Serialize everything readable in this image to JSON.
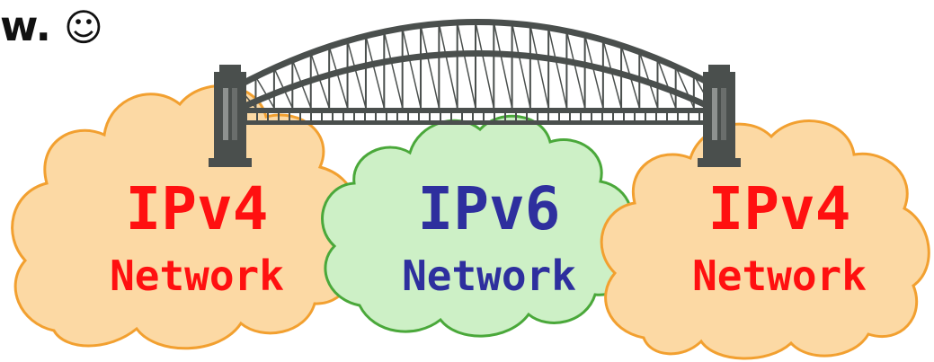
{
  "caption": {
    "text": "w.",
    "emoji": "☺"
  },
  "networks": [
    {
      "line1": "IPv4",
      "line2": "Network",
      "text_color": "#ff1010",
      "cloud_fill": "#fcd9a4",
      "cloud_stroke": "#f2a030"
    },
    {
      "line1": "IPv6",
      "line2": "Network",
      "text_color": "#2e2f9e",
      "cloud_fill": "#cdf0c6",
      "cloud_stroke": "#4aa83a"
    },
    {
      "line1": "IPv4",
      "line2": "Network",
      "text_color": "#ff1010",
      "cloud_fill": "#fcd9a4",
      "cloud_stroke": "#f2a030"
    }
  ],
  "bridge": {
    "color": "#4a4f4d"
  }
}
